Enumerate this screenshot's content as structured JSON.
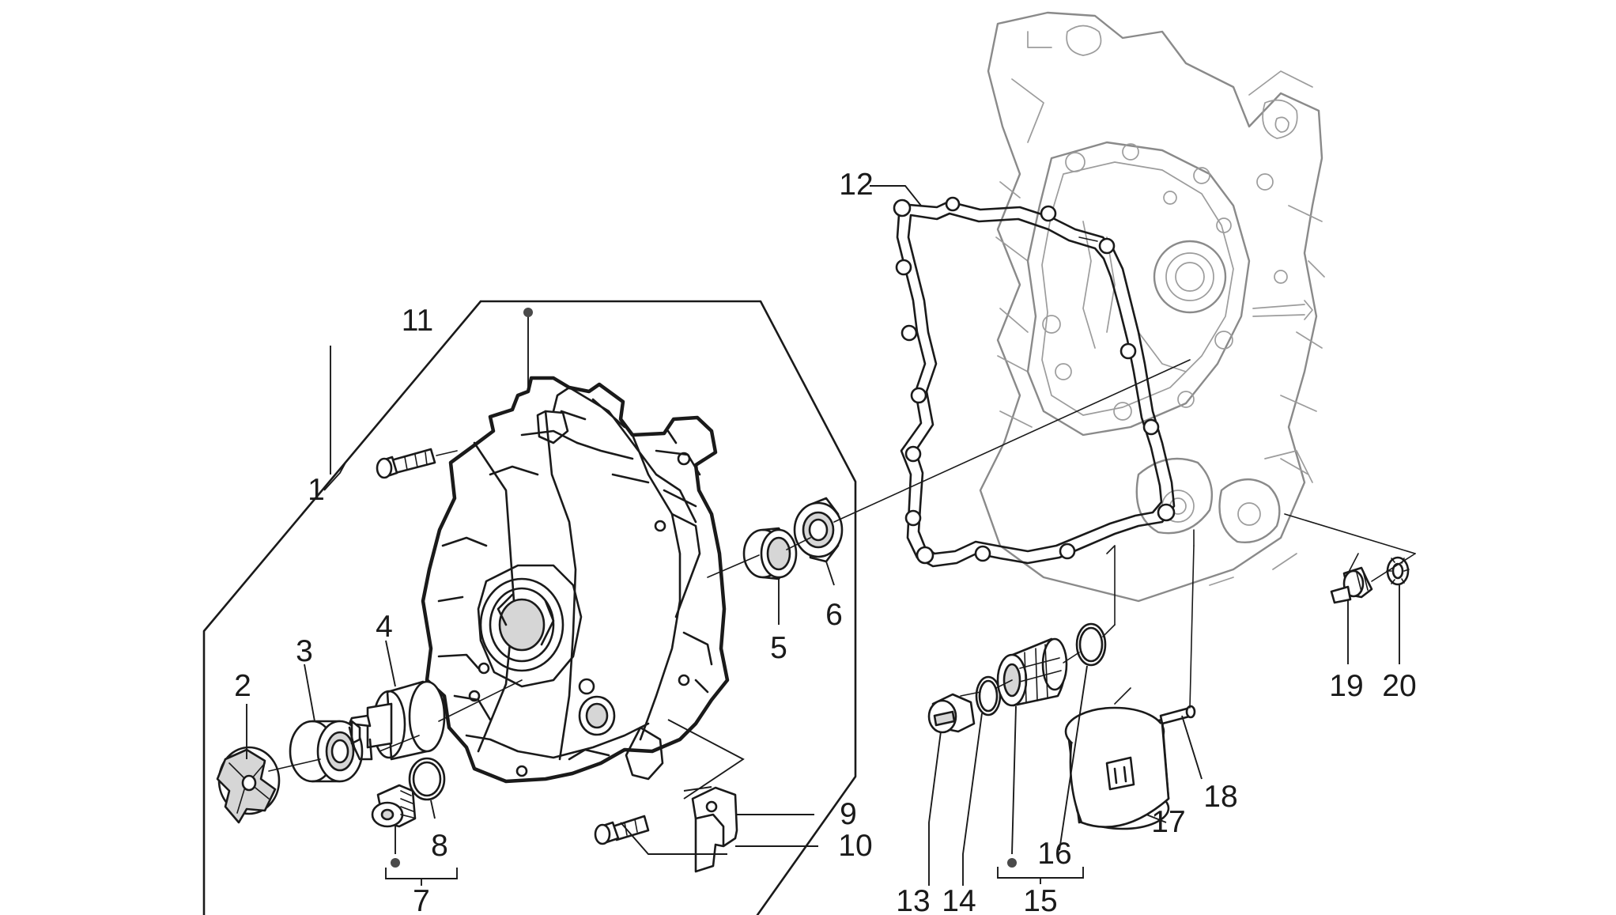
{
  "callouts": [
    {
      "id": "1",
      "text": "1"
    },
    {
      "id": "2",
      "text": "2"
    },
    {
      "id": "3",
      "text": "3"
    },
    {
      "id": "4",
      "text": "4"
    },
    {
      "id": "5",
      "text": "5"
    },
    {
      "id": "6",
      "text": "6"
    },
    {
      "id": "7",
      "text": "7"
    },
    {
      "id": "8",
      "text": "8"
    },
    {
      "id": "9",
      "text": "9"
    },
    {
      "id": "10",
      "text": "10"
    },
    {
      "id": "11",
      "text": "11"
    },
    {
      "id": "12",
      "text": "12"
    },
    {
      "id": "13",
      "text": "13"
    },
    {
      "id": "14",
      "text": "14"
    },
    {
      "id": "15",
      "text": "15"
    },
    {
      "id": "16",
      "text": "16"
    },
    {
      "id": "17",
      "text": "17"
    },
    {
      "id": "18",
      "text": "18"
    },
    {
      "id": "19",
      "text": "19"
    },
    {
      "id": "20",
      "text": "20"
    }
  ],
  "colors": {
    "line": "#1a1a1a",
    "ghost": "#9c9c9c",
    "background": "#ffffff"
  }
}
